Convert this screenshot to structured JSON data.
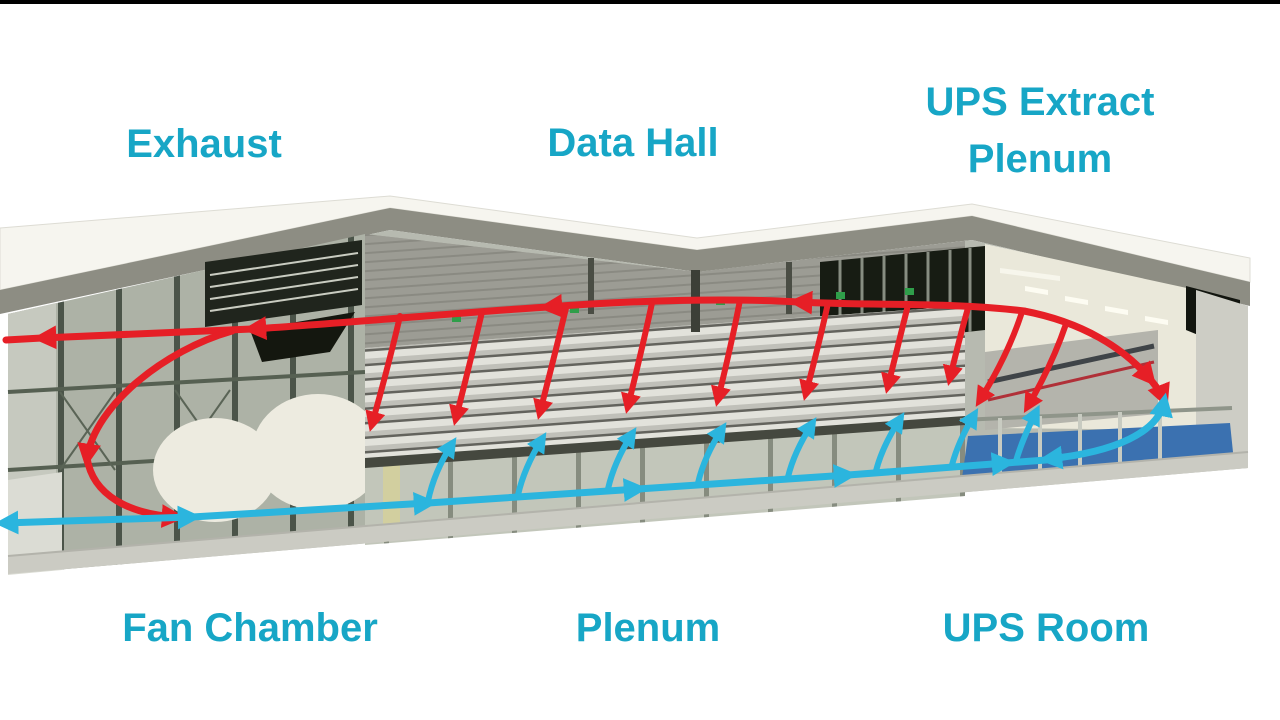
{
  "frame": {
    "top_bar_color": "#000000",
    "background": "#ffffff"
  },
  "labels": {
    "exhaust": "Exhaust",
    "data_hall": "Data Hall",
    "ups_extract_plenum": {
      "line1": "UPS Extract",
      "line2": "Plenum"
    },
    "fan_chamber": "Fan Chamber",
    "plenum": "Plenum",
    "ups_room": "UPS Room"
  },
  "colors": {
    "label_teal": "#17a6c6",
    "hot_air_red": "#e61f26",
    "cold_air_blue": "#2bb5de",
    "roof_white": "#f6f5ef",
    "roof_fascia_gray": "#8d8d83",
    "ups_floor_blue": "#3b71b0"
  }
}
